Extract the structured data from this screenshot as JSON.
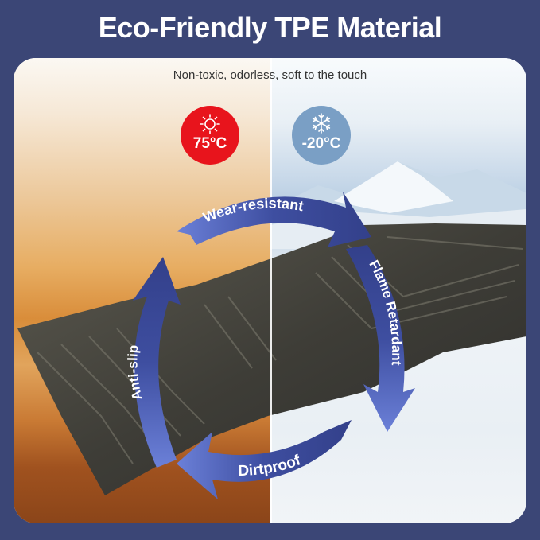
{
  "header": {
    "title": "Eco-Friendly TPE Material"
  },
  "card": {
    "subtitle": "Non-toxic, odorless, soft to the touch",
    "hot_badge": {
      "icon": "sun-icon",
      "temperature": "75°C",
      "color": "#e8141c"
    },
    "cold_badge": {
      "icon": "snowflake-icon",
      "temperature": "-20°C",
      "color": "#7a9fc5"
    },
    "features": [
      {
        "label": "Wear-resistant",
        "position": "top"
      },
      {
        "label": "Flame Retardant",
        "position": "right"
      },
      {
        "label": "Dirtproof",
        "position": "bottom"
      },
      {
        "label": "Anti-slip",
        "position": "left"
      }
    ]
  },
  "colors": {
    "background": "#3b4676",
    "arrow": "#4a5bb0",
    "arrow_light": "#6b80d8"
  }
}
